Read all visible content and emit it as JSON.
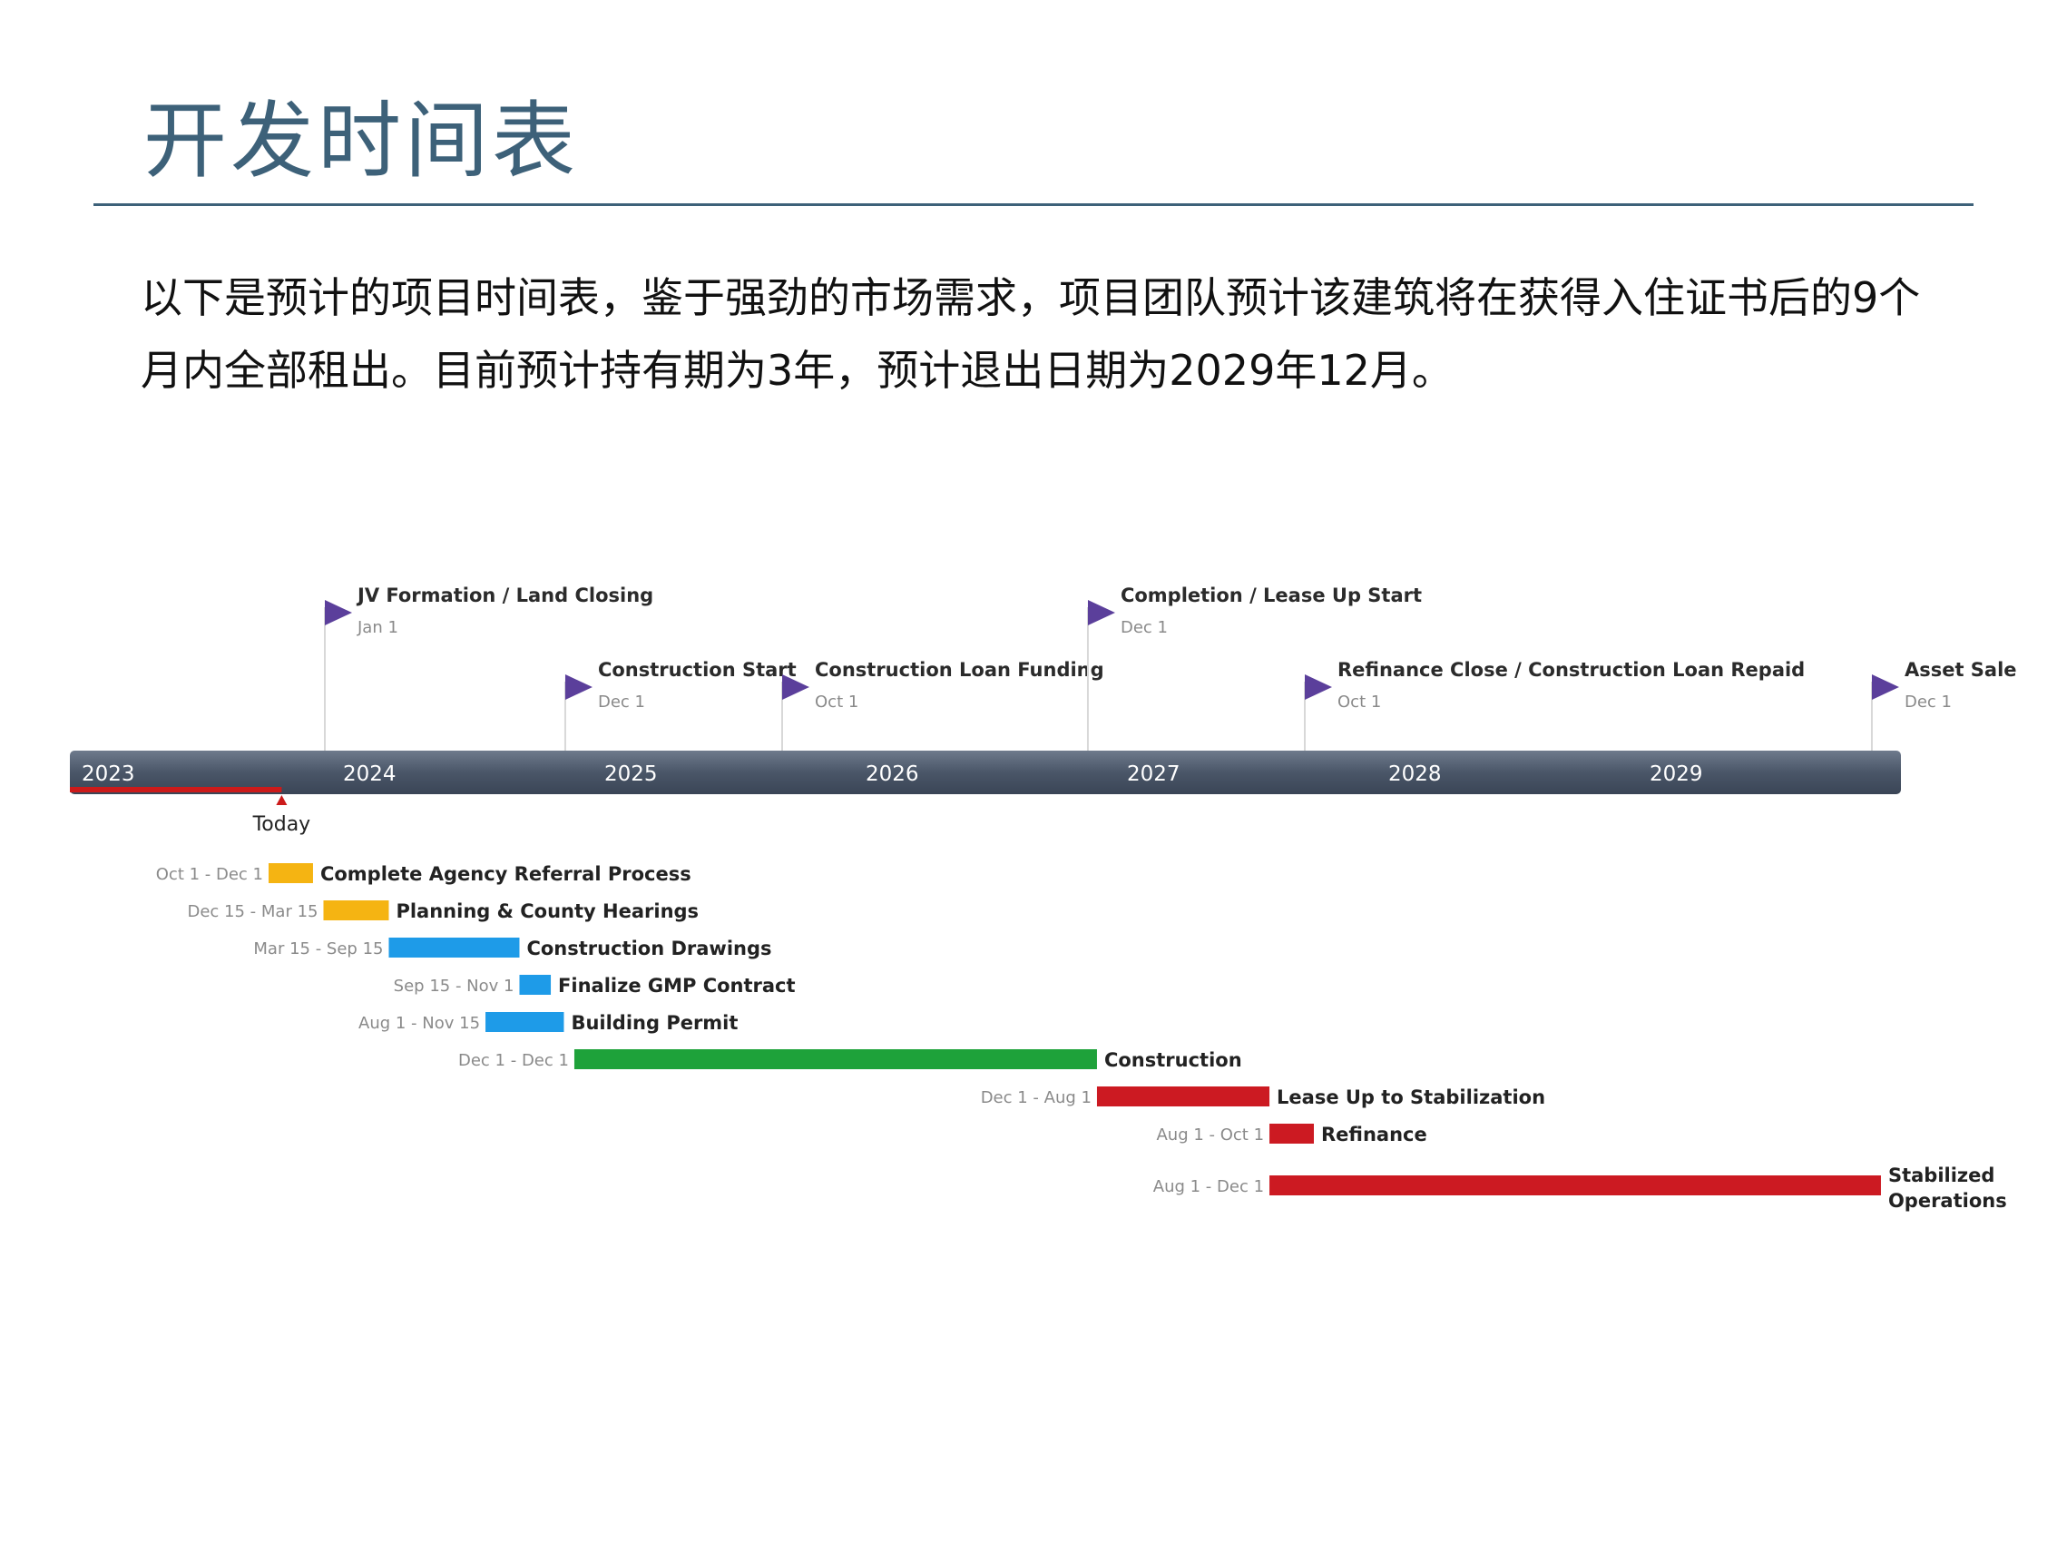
{
  "page": {
    "title": "开发时间表",
    "intro": "以下是预计的项目时间表，鉴于强劲的市场需求，项目团队预计该建筑将在获得入住证书后的9个月内全部租出。目前预计持有期为3年，预计退出日期为2029年12月。"
  },
  "colors": {
    "title": "#3d6179",
    "axis_bar": "#4a5668",
    "milestone_flag": "#5b3f9b",
    "today": "#cc1a1a",
    "yellow": "#f5b412",
    "blue": "#1e9be8",
    "green": "#1ea23a",
    "red": "#cc1a22"
  },
  "chart_data": {
    "type": "timeline",
    "axis": {
      "start": 2023.0,
      "end": 2030.0,
      "years": [
        "2023",
        "2024",
        "2025",
        "2026",
        "2027",
        "2028",
        "2029"
      ]
    },
    "today": {
      "label": "Today",
      "position": 2023.8
    },
    "milestones": [
      {
        "label": "JV Formation / Land Closing",
        "date": "Jan 1",
        "position": 2024.0,
        "row": 0
      },
      {
        "label": "Construction Start",
        "date": "Dec 1",
        "position": 2024.92,
        "row": 1
      },
      {
        "label": "Construction Loan Funding",
        "date": "Oct 1",
        "position": 2025.75,
        "row": 1
      },
      {
        "label": "Completion / Lease Up Start",
        "date": "Dec 1",
        "position": 2026.92,
        "row": 0
      },
      {
        "label": "Refinance Close / Construction Loan Repaid",
        "date": "Oct 1",
        "position": 2027.75,
        "row": 1
      },
      {
        "label": "Asset Sale",
        "date": "Dec 1",
        "position": 2029.92,
        "row": 1
      }
    ],
    "tasks": [
      {
        "label": "Complete Agency Referral Process",
        "dates": "Oct 1 - Dec 1",
        "start": 2023.75,
        "end": 2023.92,
        "color": "yellow"
      },
      {
        "label": "Planning & County Hearings",
        "dates": "Dec 15 - Mar 15",
        "start": 2023.96,
        "end": 2024.21,
        "color": "yellow"
      },
      {
        "label": "Construction Drawings",
        "dates": "Mar 15 - Sep 15",
        "start": 2024.21,
        "end": 2024.71,
        "color": "blue"
      },
      {
        "label": "Finalize GMP Contract",
        "dates": "Sep 15 - Nov 1",
        "start": 2024.71,
        "end": 2024.83,
        "color": "blue"
      },
      {
        "label": "Building Permit",
        "dates": "Aug 1 - Nov 15",
        "start": 2024.58,
        "end": 2024.88,
        "color": "blue"
      },
      {
        "label": "Construction",
        "dates": "Dec 1 - Dec 1",
        "start": 2024.92,
        "end": 2026.92,
        "color": "green"
      },
      {
        "label": "Lease Up to Stabilization",
        "dates": "Dec 1 - Aug 1",
        "start": 2026.92,
        "end": 2027.58,
        "color": "red"
      },
      {
        "label": "Refinance",
        "dates": "Aug 1 - Oct 1",
        "start": 2027.58,
        "end": 2027.75,
        "color": "red"
      },
      {
        "label": "Stabilized Operations",
        "dates": "Aug 1 - Dec 1",
        "start": 2027.58,
        "end": 2029.92,
        "color": "red"
      }
    ]
  }
}
